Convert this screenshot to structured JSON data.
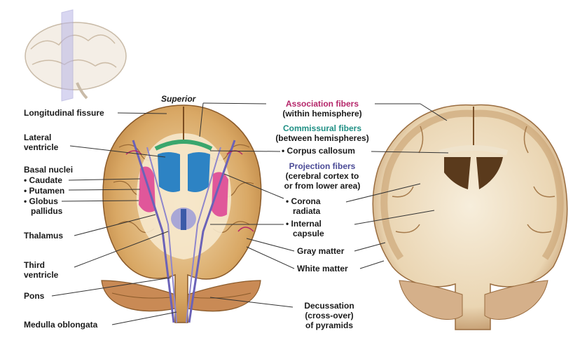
{
  "colors": {
    "association": "#b5266a",
    "commissural": "#1f8f84",
    "projection": "#4a4a96",
    "text": "#1a1a1a",
    "leader": "#333333"
  },
  "orientation": "Superior",
  "left_labels": {
    "longitudinal_fissure": "Longitudinal fissure",
    "lateral_ventricle_1": "Lateral",
    "lateral_ventricle_2": "ventricle",
    "basal_nuclei": "Basal nuclei",
    "caudate": "• Caudate",
    "putamen": "• Putamen",
    "globus_1": "• Globus",
    "globus_2": "pallidus",
    "thalamus": "Thalamus",
    "third_ventricle_1": "Third",
    "third_ventricle_2": "ventricle",
    "pons": "Pons",
    "medulla": "Medulla oblongata"
  },
  "center_labels": {
    "association_title": "Association fibers",
    "association_sub": "(within hemisphere)",
    "commissural_title": "Commissural fibers",
    "commissural_sub": "(between hemispheres)",
    "corpus_callosum": "• Corpus callosum",
    "projection_title": "Projection fibers",
    "projection_sub_1": "(cerebral cortex to",
    "projection_sub_2": "or from lower area)",
    "corona_1": "• Corona",
    "corona_2": "radiata",
    "internal_1": "• Internal",
    "internal_2": "capsule",
    "gray_matter": "Gray matter",
    "white_matter": "White matter",
    "decussation_1": "Decussation",
    "decussation_2": "(cross-over)",
    "decussation_3": "of pyramids"
  }
}
